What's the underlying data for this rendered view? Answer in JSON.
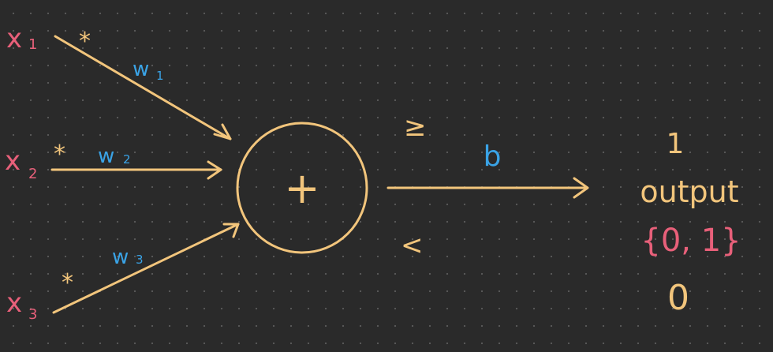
{
  "inputs": [
    {
      "var": "x",
      "sub": "1",
      "op": "*",
      "weight": "w",
      "wsub": "1"
    },
    {
      "var": "x",
      "sub": "2",
      "op": "*",
      "weight": "w",
      "wsub": "2"
    },
    {
      "var": "x",
      "sub": "3",
      "op": "*",
      "weight": "w",
      "wsub": "3"
    }
  ],
  "node": {
    "symbol": "+"
  },
  "comparison": {
    "gte": "≥",
    "lt": "<"
  },
  "threshold": {
    "label": "b"
  },
  "output": {
    "high": "1",
    "label": "output",
    "set": "{0, 1}",
    "low": "0"
  },
  "colors": {
    "background": "#2a2a2a",
    "lines": "#f2c57c",
    "inputs": "#e8607a",
    "weights": "#3aa3e6"
  }
}
